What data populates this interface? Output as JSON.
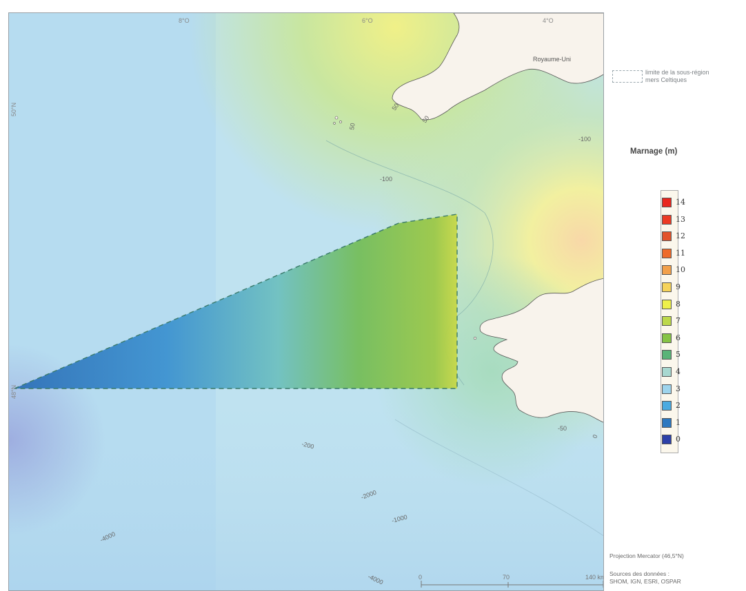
{
  "legend": {
    "boundary_label_line1": "limite de la sous-région",
    "boundary_label_line2": "mers Celtiques",
    "title": "Marnage (m)",
    "classes": [
      {
        "label": "14",
        "color": "#e8261e"
      },
      {
        "label": "13",
        "color": "#ec3a24"
      },
      {
        "label": "12",
        "color": "#e2522a"
      },
      {
        "label": "11",
        "color": "#ee6a2a"
      },
      {
        "label": "10",
        "color": "#f2a04a"
      },
      {
        "label": "9",
        "color": "#f6d35a"
      },
      {
        "label": "8",
        "color": "#eef04a"
      },
      {
        "label": "7",
        "color": "#bcd84a"
      },
      {
        "label": "6",
        "color": "#86c446"
      },
      {
        "label": "5",
        "color": "#5ab478"
      },
      {
        "label": "4",
        "color": "#a8d8d0"
      },
      {
        "label": "3",
        "color": "#9ed4ec"
      },
      {
        "label": "2",
        "color": "#4aaae0"
      },
      {
        "label": "1",
        "color": "#2c78c0"
      },
      {
        "label": "0",
        "color": "#2c40a8"
      }
    ]
  },
  "map": {
    "country_label": "Royaume-Uni",
    "graticule_labels": {
      "top": [
        "8°O",
        "6°O",
        "4°O"
      ],
      "left": [
        "50°N",
        "48°N"
      ]
    },
    "bathymetry_labels": [
      "50",
      "50",
      "50",
      "-100",
      "-100",
      "-200",
      "-2000",
      "-1000",
      "-4000",
      "-4000",
      "-50",
      "0"
    ]
  },
  "scale_bar": {
    "labels": [
      "0",
      "70",
      "140 km"
    ]
  },
  "footer": {
    "projection": "Projection Mercator (46,5°N)",
    "sources_label": "Sources des données :",
    "sources": "SHOM, IGN, ESRI, OSPAR"
  }
}
